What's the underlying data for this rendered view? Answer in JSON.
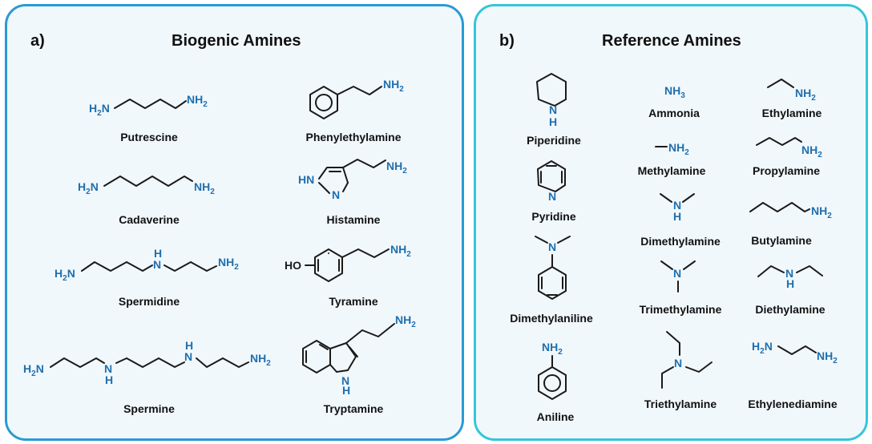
{
  "panel_a": {
    "label": "a)",
    "title": "Biogenic Amines",
    "compounds": [
      "Putrescine",
      "Phenylethylamine",
      "Cadaverine",
      "Histamine",
      "Spermidine",
      "Tyramine",
      "Spermine",
      "Tryptamine"
    ]
  },
  "panel_b": {
    "label": "b)",
    "title": "Reference Amines",
    "compounds": [
      "Piperidine",
      "Ammonia",
      "Ethylamine",
      "Methylamine",
      "Propylamine",
      "Pyridine",
      "Dimethylamine",
      "Butylamine",
      "Dimethylaniline",
      "Trimethylamine",
      "Diethylamine",
      "Aniline",
      "Triethylamine",
      "Ethylenediamine"
    ]
  },
  "atoms": {
    "nh2": "NH",
    "sub2": "2",
    "sub3": "3",
    "h2n": "H",
    "n": "N",
    "h": "H",
    "hn": "HN",
    "ho": "HO"
  },
  "colors": {
    "panel_a_border": "#2a9ad6",
    "panel_b_border": "#35c6d8",
    "atom": "#1f6fae",
    "bond": "#1a1a1a",
    "background": "#f1f8fc"
  }
}
